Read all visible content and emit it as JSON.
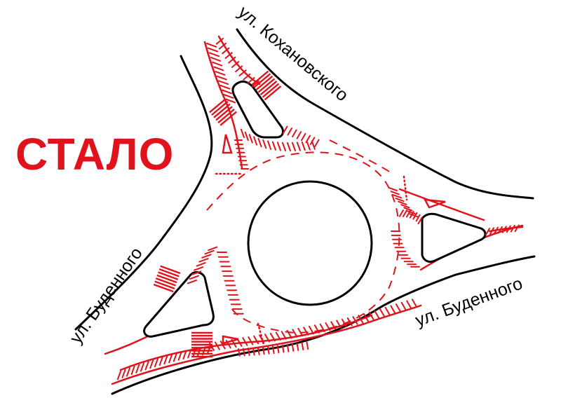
{
  "title": "СТАЛО",
  "streets": {
    "kokhanovskogo": "ул. Кохановского",
    "budennogo_left": "ул. Буденного",
    "budennogo_right": "ул. Буденного"
  },
  "colors": {
    "markings": "#e0121b",
    "title": "#e0121b",
    "edges": "#000000",
    "background": "#ffffff"
  }
}
